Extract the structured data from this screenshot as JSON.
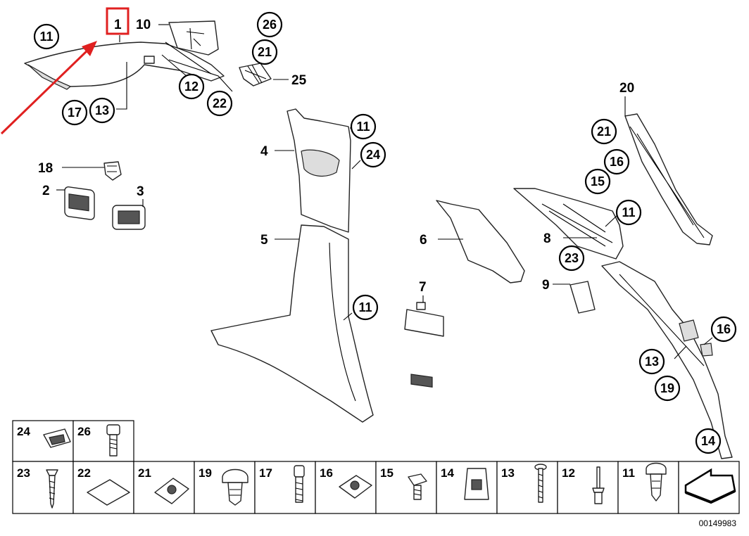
{
  "diagram": {
    "callouts": {
      "c11_a": "11",
      "c17": "17",
      "c13_a": "13",
      "c12": "12",
      "c22": "22",
      "c26": "26",
      "c21_a": "21",
      "c11_b": "11",
      "c24": "24",
      "c11_c": "11",
      "c20": "20",
      "c21_b": "21",
      "c16_a": "16",
      "c15": "15",
      "c11_d": "11",
      "c23": "23",
      "c16_b": "16",
      "c13_b": "13",
      "c19": "19",
      "c14": "14"
    },
    "labels": {
      "l1": "1",
      "l10": "10",
      "l25": "25",
      "l18": "18",
      "l2": "2",
      "l3": "3",
      "l4": "4",
      "l5": "5",
      "l6": "6",
      "l7": "7",
      "l8": "8",
      "l9": "9"
    },
    "highlight": {
      "label": "1",
      "box_color": "#e02020",
      "arrow_color": "#e02020"
    },
    "legend_top": [
      {
        "num": "24"
      },
      {
        "num": "26"
      }
    ],
    "legend_bottom": [
      {
        "num": "23"
      },
      {
        "num": "22"
      },
      {
        "num": "21"
      },
      {
        "num": "19"
      },
      {
        "num": "17"
      },
      {
        "num": "16"
      },
      {
        "num": "15"
      },
      {
        "num": "14"
      },
      {
        "num": "13"
      },
      {
        "num": "12"
      },
      {
        "num": "11"
      }
    ],
    "diagram_id": "00149983"
  }
}
